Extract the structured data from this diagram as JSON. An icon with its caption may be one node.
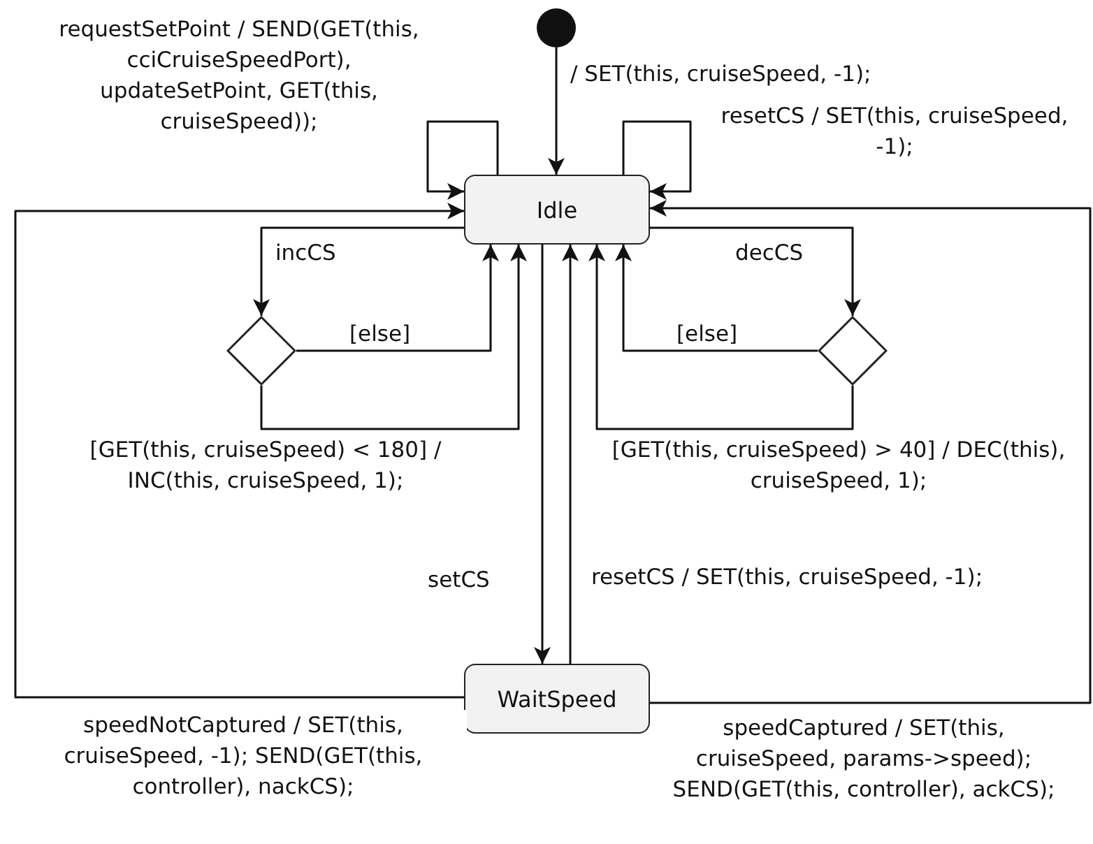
{
  "diagram": {
    "nodes": [
      {
        "text": [],
        "shape": "circle"
      },
      {
        "text": [
          "Idle"
        ]
      },
      {
        "text": [],
        "shape": "diamond"
      },
      {
        "text": [],
        "shape": "diamond"
      },
      {
        "text": [
          "WaitSpeed"
        ]
      }
    ],
    "edges": [
      {
        "from": 0,
        "to": 1,
        "arrow": "to",
        "label": "/ SET(this, cruiseSpeed, -1);"
      },
      {
        "from": 1,
        "to": 1,
        "arrow": "to",
        "label": "requestSetPoint / SEND(GET(this, cciCruiseSpeedPort), updateSetPoint, GET(this, cruiseSpeed));"
      },
      {
        "from": 1,
        "to": 1,
        "arrow": "to",
        "label": "resetCS / SET(this, cruiseSpeed, -1);"
      },
      {
        "from": 1,
        "to": 2,
        "arrow": "to",
        "label": "incCS"
      },
      {
        "from": 2,
        "to": 1,
        "arrow": "to",
        "label": "[else]"
      },
      {
        "from": 2,
        "to": 1,
        "arrow": "to",
        "label": "[GET(this, cruiseSpeed) < 180] / INC(this, cruiseSpeed, 1);"
      },
      {
        "from": 1,
        "to": 3,
        "arrow": "to",
        "label": "decCS"
      },
      {
        "from": 3,
        "to": 1,
        "arrow": "to",
        "label": "[else]"
      },
      {
        "from": 3,
        "to": 1,
        "arrow": "to",
        "label": "[GET(this, cruiseSpeed) > 40] / DEC(this), cruiseSpeed, 1);"
      },
      {
        "from": 1,
        "to": 4,
        "arrow": "to",
        "label": "setCS"
      },
      {
        "from": 4,
        "to": 1,
        "arrow": "to",
        "label": "resetCS / SET(this, cruiseSpeed, -1);"
      },
      {
        "from": 4,
        "to": 1,
        "arrow": "to",
        "label": "speedNotCaptured / SET(this, cruiseSpeed, -1); SEND(GET(this, controller), nackCS);"
      },
      {
        "from": 4,
        "to": 1,
        "arrow": "to",
        "label": "speedCaptured / SET(this, cruiseSpeed, params->speed); SEND(GET(this, controller), ackCS);"
      }
    ]
  }
}
